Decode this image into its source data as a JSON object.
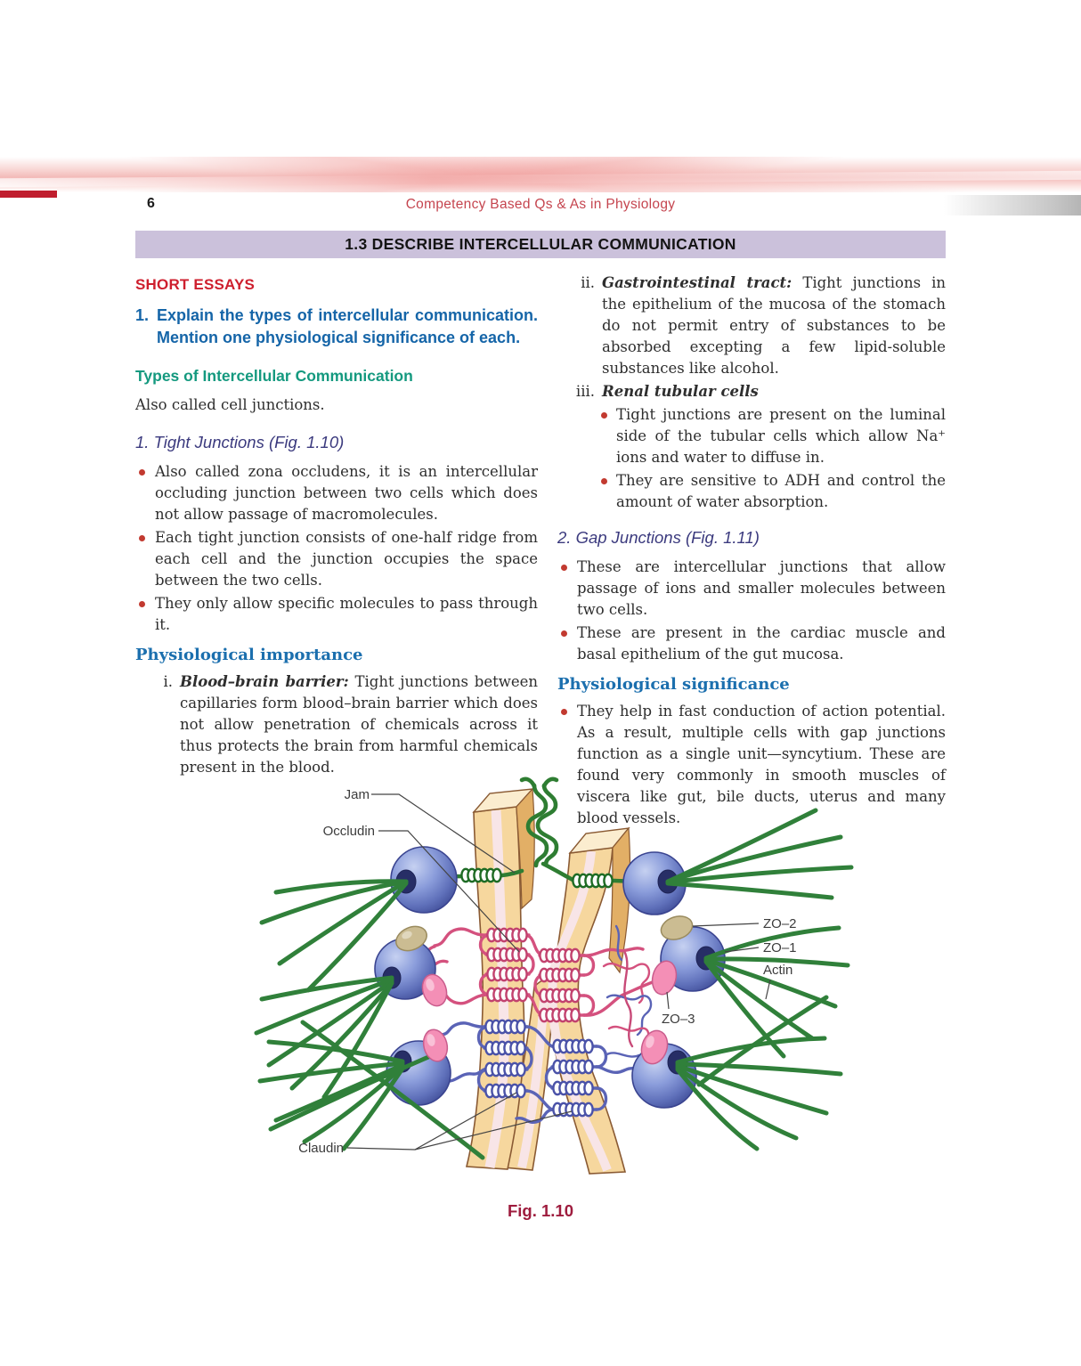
{
  "header": {
    "page_number": "6",
    "running_title": "Competency Based Qs & As in Physiology"
  },
  "banner": {
    "title": "1.3 DESCRIBE INTERCELLULAR COMMUNICATION"
  },
  "left": {
    "section_label": "SHORT ESSAYS",
    "q_number": "1.",
    "q_text": "Explain the types of intercellular communi­cation. Mention one physiological significance of each.",
    "types_heading": "Types of Intercellular Communication",
    "intro": "Also called cell junctions.",
    "tight_heading": "1. Tight Junctions (Fig. 1.10)",
    "tight_bullets": [
      "Also called zona occludens, it is an intercellular occluding junction between two cells which does not allow passage of macromolecules.",
      "Each tight junction consists of one-half ridge from each cell and the junction occupies the space between the two cells.",
      "They only allow specific molecules to pass through it."
    ],
    "importance_heading": "Physiological importance",
    "item_i": {
      "marker": "i.",
      "lead": "Blood–brain barrier:",
      "text": "Tight junctions between capillaries form blood–brain barrier which does not allow penetration of chemicals across it thus protects the brain from harmful chemicals present in the blood."
    }
  },
  "right": {
    "item_ii": {
      "marker": "ii.",
      "lead": "Gastrointestinal tract:",
      "text": "Tight junctions in the epithelium of the mucosa of the stomach do not permit entry of substances to be absorbed excepting a few lipid-soluble substances like alcohol."
    },
    "item_iii": {
      "marker": "iii.",
      "lead": "Renal tubular cells"
    },
    "iii_bullets": [
      "Tight junctions are present on the luminal side of the tubular cells which allow Na⁺ ions and water to diffuse in.",
      "They are sensitive to ADH and control the amount of water absorption."
    ],
    "gap_heading": "2. Gap Junctions (Fig. 1.11)",
    "gap_bullets": [
      "These are intercellular junctions that allow passage of ions and smaller molecules between two cells.",
      "These are present in the cardiac muscle and basal epithelium of the gut mucosa."
    ],
    "significance_heading": "Physiological significance",
    "significance_bullets": [
      "They help in fast conduction of action potential. As a result, multiple cells with gap junctions function as a single unit—syncytium. These are found very commonly in smooth muscles of viscera like gut, bile ducts, uterus and many blood vessels."
    ]
  },
  "figure": {
    "labels": {
      "jam": "Jam",
      "occludin": "Occludin",
      "zo2": "ZO–2",
      "zo1": "ZO–1",
      "actin": "Actin",
      "zo3": "ZO–3",
      "claudin": "Claudin"
    },
    "caption": "Fig. 1.10"
  },
  "colors": {
    "banner_bg": "#CBC1DB",
    "section_red": "#CE1F2E",
    "question_blue": "#1565A8",
    "teal": "#14997F",
    "subhead_indigo": "#3B3A7E",
    "physio_blue": "#1B6FAE",
    "caption_maroon": "#9E1C3E",
    "running_head_red": "#C5454F",
    "bullet_red": "#C23A30",
    "membrane_tan": "#F6D79E",
    "sphere_blue": "#8296D6",
    "actin_green": "#30803A",
    "occludin_pink": "#C84A78",
    "claudin_blue": "#555EB2"
  }
}
